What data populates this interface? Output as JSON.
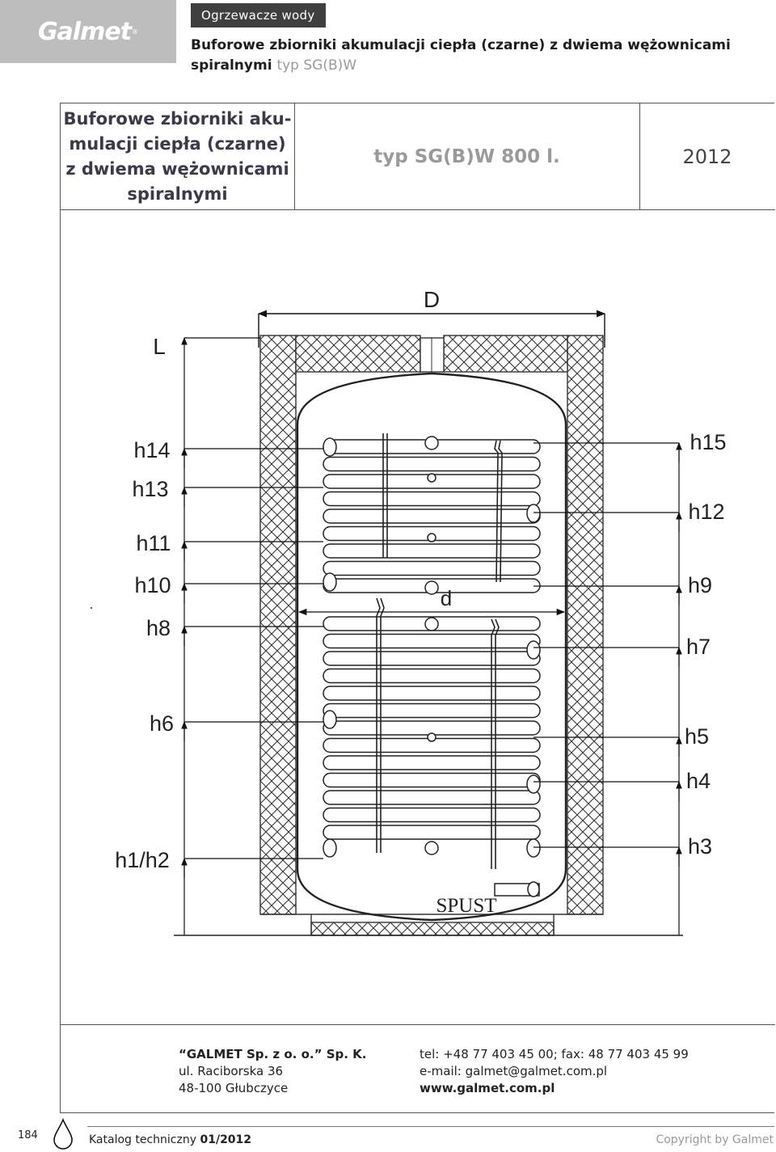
{
  "header": {
    "logo": "Galmet",
    "category": "Ogrzewacze wody",
    "title_main": "Buforowe zbiorniki akumulacji ciepła (czarne) z dwiema wężownicami spiralnymi",
    "title_sub": "typ SG(B)W"
  },
  "table_head": {
    "left": [
      "Buforowe zbiorniki aku-",
      "mulacji ciepła (czarne)",
      "z dwiema wężownicami",
      "spiralnymi"
    ],
    "model": "typ SG(B)W 800 l.",
    "year": "2012"
  },
  "drawing": {
    "dim_D": "D",
    "dim_L": "L",
    "dim_d": "d",
    "drain_label": "SPUST",
    "left_labels": [
      "h14",
      "h13",
      "h11",
      "h10",
      "h8",
      "h6",
      "h1/h2"
    ],
    "right_labels": [
      "h15",
      "h12",
      "h9",
      "h7",
      "h5",
      "h4",
      "h3"
    ]
  },
  "footer": {
    "company": "“GALMET Sp. z o. o.” Sp. K.",
    "street": "ul. Raciborska 36",
    "city": "48-100 Głubczyce",
    "phone": "tel: +48 77 403 45 00; fax: 48 77 403 45 99",
    "email": "e-mail: galmet@galmet.com.pl",
    "web": "www.galmet.com.pl"
  },
  "bottom": {
    "page_number": "184",
    "catalog_label": "Katalog techniczny",
    "catalog_issue": "01/2012",
    "copyright": "Copyright by Galmet"
  }
}
